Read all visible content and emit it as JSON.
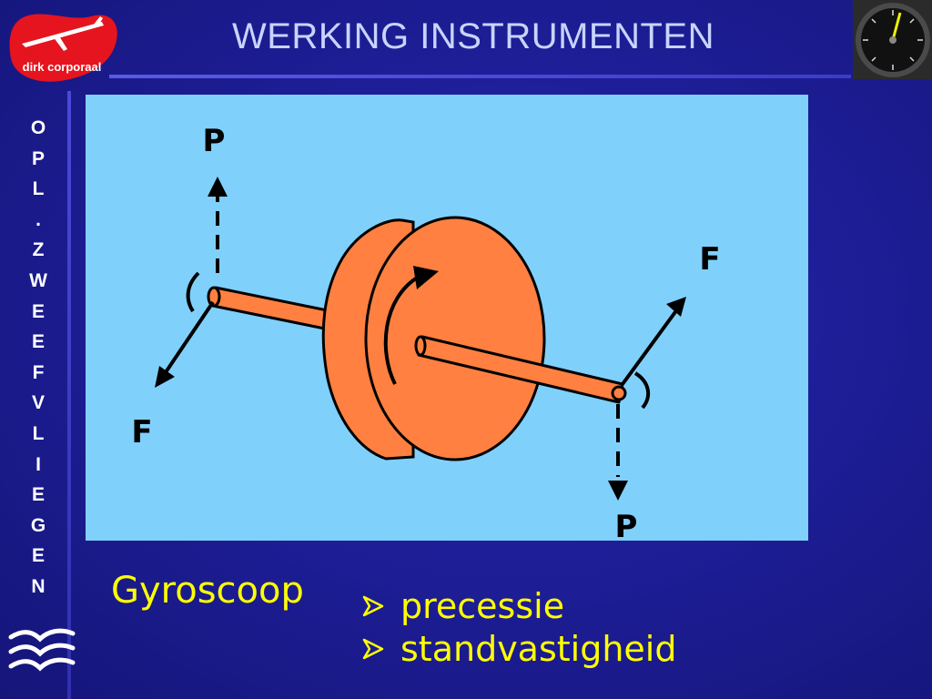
{
  "header": {
    "title": "WERKING INSTRUMENTEN",
    "logo_text": "dirk corporaal"
  },
  "sidebar": {
    "letters": [
      "O",
      "P",
      "L",
      ".",
      "Z",
      "W",
      "E",
      "E",
      "F",
      "V",
      "L",
      "I",
      "E",
      "G",
      "E",
      "N"
    ]
  },
  "diagram": {
    "labels": {
      "p_top": "P",
      "f_left": "F",
      "f_right": "F",
      "p_bottom": "P"
    }
  },
  "caption": "Gyroscoop",
  "bullets": [
    {
      "text": "precessie"
    },
    {
      "text": "standvastigheid"
    }
  ],
  "colors": {
    "background": "#1e1e98",
    "title": "#c9d3ff",
    "accent_text": "#ffff00",
    "diagram_bg": "#80d0fc",
    "disc": "#ff8040",
    "logo": "#e6141e"
  }
}
